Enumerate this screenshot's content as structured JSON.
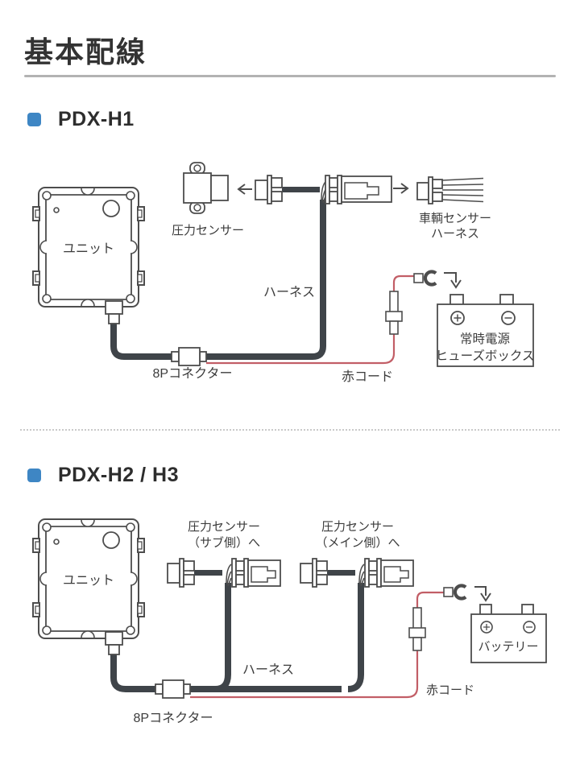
{
  "page": {
    "title": "基本配線"
  },
  "sections": {
    "h1": {
      "heading": "PDX-H1",
      "labels": {
        "unit": "ユニット",
        "pressure_sensor": "圧力センサー",
        "vehicle_harness_1": "車輌センサー",
        "vehicle_harness_2": "ハーネス",
        "harness": "ハーネス",
        "fusebox_1": "常時電源",
        "fusebox_2": "ヒューズボックス",
        "connector_8p": "8Pコネクター",
        "red_cord": "赤コード"
      }
    },
    "h2h3": {
      "heading": "PDX-H2 / H3",
      "labels": {
        "unit": "ユニット",
        "sensor_sub_1": "圧力センサー",
        "sensor_sub_2": "（サブ側）へ",
        "sensor_main_1": "圧力センサー",
        "sensor_main_2": "（メイン側）へ",
        "harness": "ハーネス",
        "battery": "バッテリー",
        "connector_8p": "8Pコネクター",
        "red_cord": "赤コード"
      }
    }
  },
  "icons": {
    "section_bullet": "blue-square",
    "plus_terminal": "circled-plus",
    "minus_terminal": "circled-minus",
    "left_arrow": "arrow-left",
    "right_arrow": "arrow-right",
    "battery_arrow": "elbow-down-arrow",
    "ring_terminal": "open-ring-terminal",
    "fuse_holder": "inline-fuse-holder"
  },
  "colors": {
    "accent_blue": "#3e86c4",
    "outline": "#4d4d4d",
    "cable": "#3f4449",
    "red_cord": "#c25e66",
    "title_rule": "#b3b3b3",
    "dashed_rule": "#c9c9c9",
    "text": "#3c3c3c"
  }
}
